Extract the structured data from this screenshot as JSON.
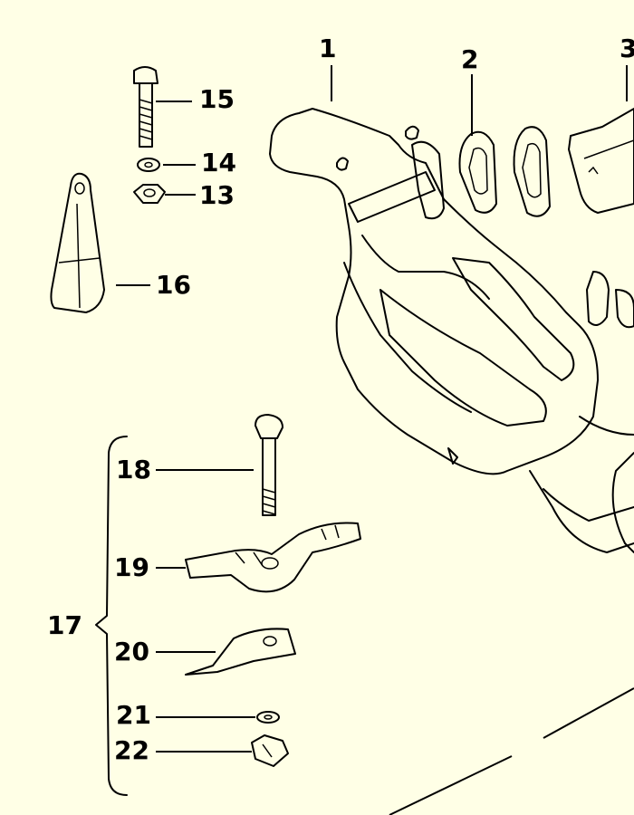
{
  "background_color": "#FFFFE6",
  "line_color": "#000000",
  "callouts": {
    "c1": "1",
    "c2": "2",
    "c3": "3",
    "c13": "13",
    "c14": "14",
    "c15": "15",
    "c16": "16",
    "c17": "17",
    "c18": "18",
    "c19": "19",
    "c20": "20",
    "c21": "21",
    "c22": "22"
  },
  "parts": [
    {
      "number": "1",
      "icon": "subframe-crossmember-icon"
    },
    {
      "number": "2",
      "icon": "gasket-icon"
    },
    {
      "number": "3",
      "icon": "mount-bracket-icon"
    },
    {
      "number": "13",
      "icon": "nut-icon"
    },
    {
      "number": "14",
      "icon": "washer-icon"
    },
    {
      "number": "15",
      "icon": "bolt-icon"
    },
    {
      "number": "16",
      "icon": "rubber-buffer-icon"
    },
    {
      "number": "17",
      "icon": "repair-kit-bracket"
    },
    {
      "number": "18",
      "icon": "bolt-icon"
    },
    {
      "number": "19",
      "icon": "bracket-icon"
    },
    {
      "number": "20",
      "icon": "plate-icon"
    },
    {
      "number": "21",
      "icon": "clip-icon"
    },
    {
      "number": "22",
      "icon": "nut-icon"
    }
  ]
}
